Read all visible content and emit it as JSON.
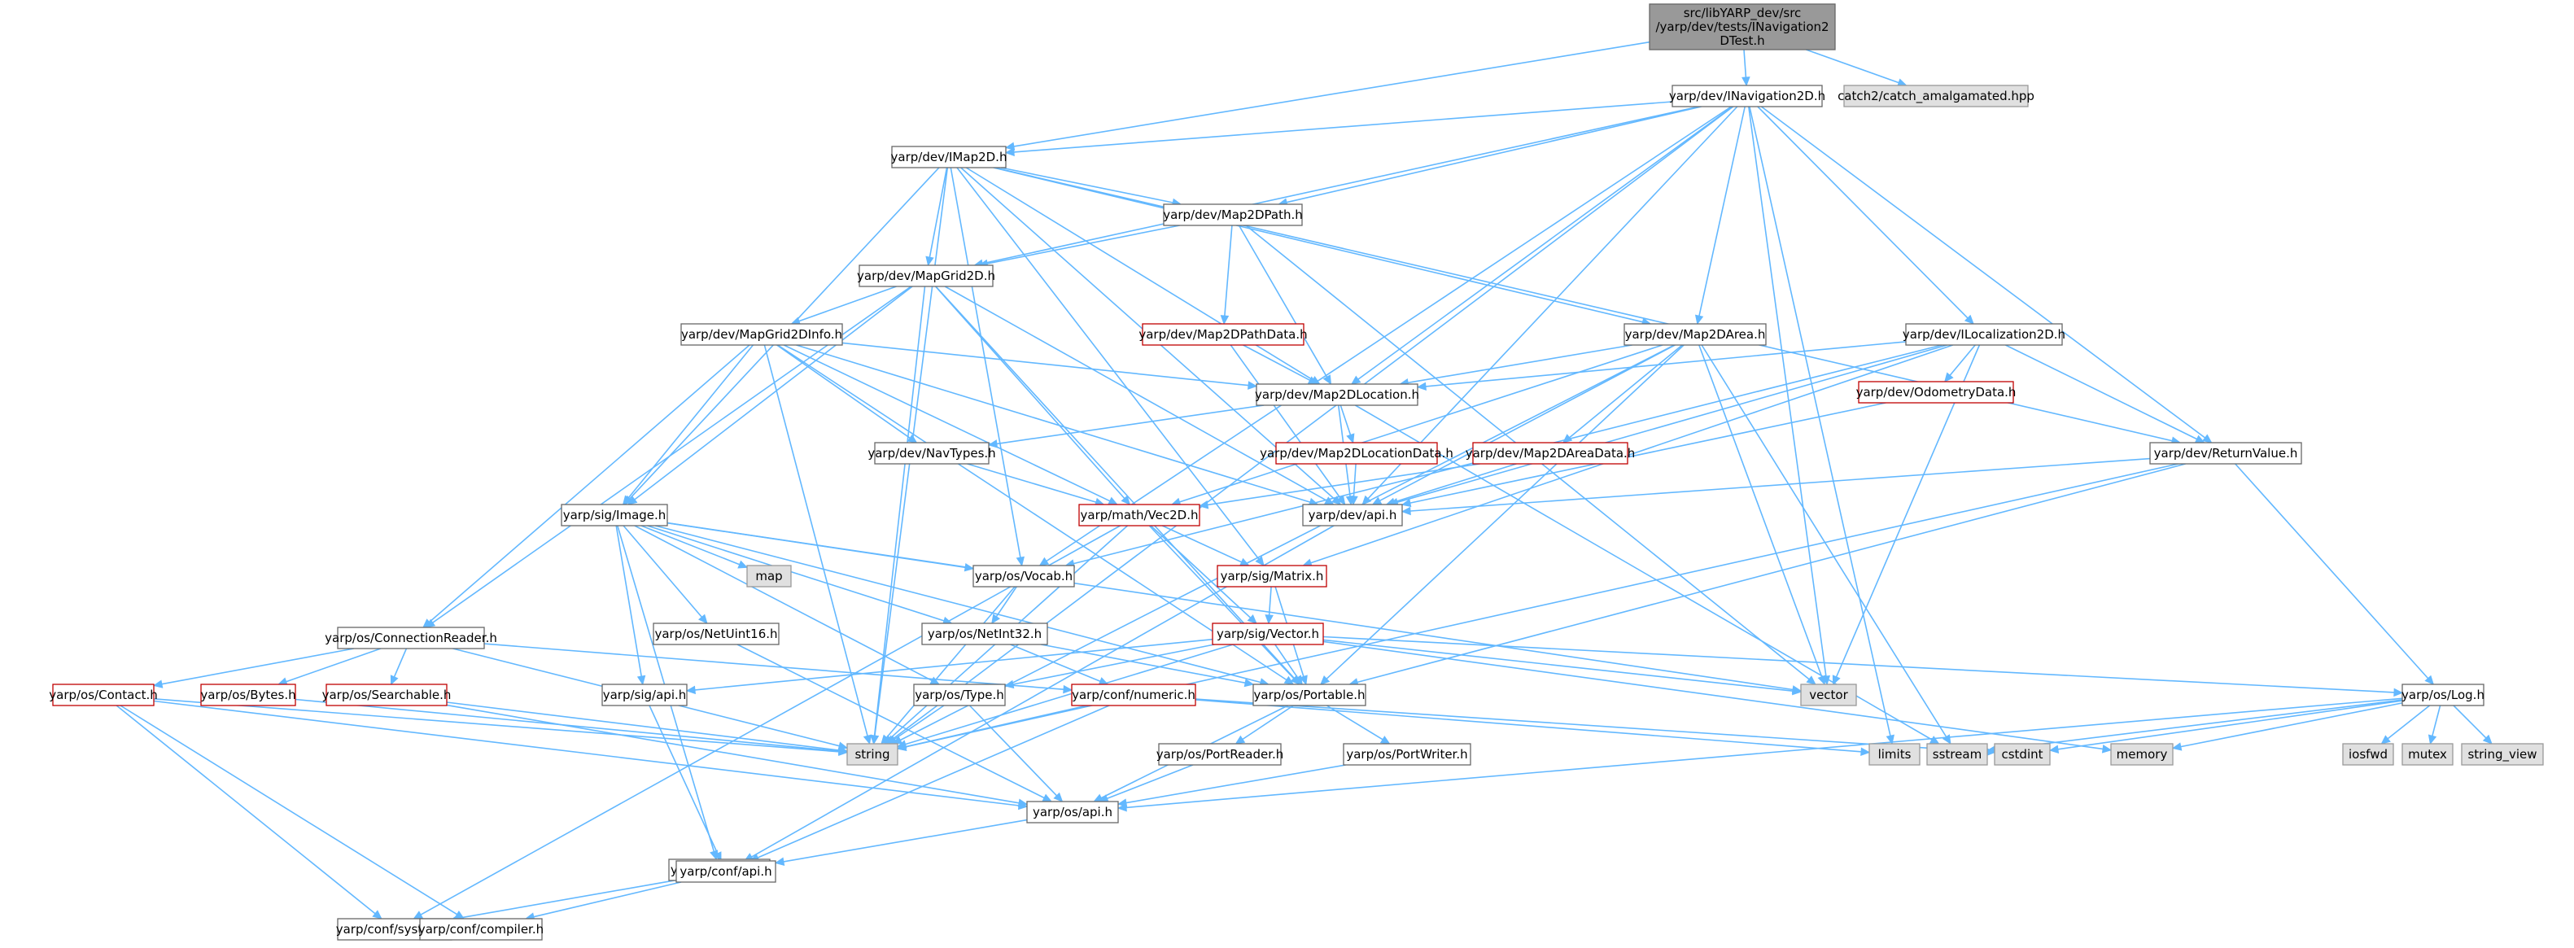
{
  "title": "src/libYARP_dev/src/yarp/dev/tests/INavigation2DTest.h",
  "colors": {
    "edge": "#63b8ff",
    "root_fill": "#999999",
    "normal_border": "#666666",
    "red_border": "#bf0000",
    "external_fill": "#e0e0e0",
    "external_border": "#999999"
  },
  "nodes": [
    {
      "id": "root",
      "label": "src/libYARP_dev/src\n/yarp/dev/tests/INavigation2\nDTest.h",
      "type": "root"
    },
    {
      "id": "inav",
      "label": "yarp/dev/INavigation2D.h",
      "type": "n"
    },
    {
      "id": "catch",
      "label": "catch2/catch_amalgamated.hpp",
      "type": "g"
    },
    {
      "id": "imap",
      "label": "yarp/dev/IMap2D.h",
      "type": "n"
    },
    {
      "id": "m2dpath",
      "label": "yarp/dev/Map2DPath.h",
      "type": "n"
    },
    {
      "id": "mapgrid",
      "label": "yarp/dev/MapGrid2D.h",
      "type": "n"
    },
    {
      "id": "mgi",
      "label": "yarp/dev/MapGrid2DInfo.h",
      "type": "n"
    },
    {
      "id": "m2dpd",
      "label": "yarp/dev/Map2DPathData.h",
      "type": "r"
    },
    {
      "id": "m2darea",
      "label": "yarp/dev/Map2DArea.h",
      "type": "n"
    },
    {
      "id": "iloc",
      "label": "yarp/dev/ILocalization2D.h",
      "type": "n"
    },
    {
      "id": "m2dloc",
      "label": "yarp/dev/Map2DLocation.h",
      "type": "n"
    },
    {
      "id": "odom",
      "label": "yarp/dev/OdometryData.h",
      "type": "r"
    },
    {
      "id": "navtypes",
      "label": "yarp/dev/NavTypes.h",
      "type": "n"
    },
    {
      "id": "m2dld",
      "label": "yarp/dev/Map2DLocationData.h",
      "type": "r"
    },
    {
      "id": "m2dad",
      "label": "yarp/dev/Map2DAreaData.h",
      "type": "r"
    },
    {
      "id": "retval",
      "label": "yarp/dev/ReturnValue.h",
      "type": "n"
    },
    {
      "id": "sigimage",
      "label": "yarp/sig/Image.h",
      "type": "n"
    },
    {
      "id": "vec2d",
      "label": "yarp/math/Vec2D.h",
      "type": "r"
    },
    {
      "id": "devapi",
      "label": "yarp/dev/api.h",
      "type": "n"
    },
    {
      "id": "map",
      "label": "map",
      "type": "g"
    },
    {
      "id": "vocab",
      "label": "yarp/os/Vocab.h",
      "type": "n"
    },
    {
      "id": "matrix",
      "label": "yarp/sig/Matrix.h",
      "type": "r"
    },
    {
      "id": "nu16",
      "label": "yarp/os/NetUint16.h",
      "type": "n"
    },
    {
      "id": "ni32",
      "label": "yarp/os/NetInt32.h",
      "type": "n"
    },
    {
      "id": "sigvec",
      "label": "yarp/sig/Vector.h",
      "type": "r"
    },
    {
      "id": "connreader",
      "label": "yarp/os/ConnectionReader.h",
      "type": "n"
    },
    {
      "id": "vector",
      "label": "vector",
      "type": "g"
    },
    {
      "id": "contact",
      "label": "yarp/os/Contact.h",
      "type": "r"
    },
    {
      "id": "bytes",
      "label": "yarp/os/Bytes.h",
      "type": "r"
    },
    {
      "id": "searchable",
      "label": "yarp/os/Searchable.h",
      "type": "r"
    },
    {
      "id": "sigapi",
      "label": "yarp/sig/api.h",
      "type": "n"
    },
    {
      "id": "ostype",
      "label": "yarp/os/Type.h",
      "type": "n"
    },
    {
      "id": "confnum",
      "label": "yarp/conf/numeric.h",
      "type": "r"
    },
    {
      "id": "portable",
      "label": "yarp/os/Portable.h",
      "type": "n"
    },
    {
      "id": "oslog",
      "label": "yarp/os/Log.h",
      "type": "n"
    },
    {
      "id": "string",
      "label": "string",
      "type": "g"
    },
    {
      "id": "limits",
      "label": "limits",
      "type": "g"
    },
    {
      "id": "sstream",
      "label": "sstream",
      "type": "g"
    },
    {
      "id": "cstdint",
      "label": "cstdint",
      "type": "g"
    },
    {
      "id": "memory",
      "label": "memory",
      "type": "g"
    },
    {
      "id": "iosfwd",
      "label": "iosfwd",
      "type": "g"
    },
    {
      "id": "mutex",
      "label": "mutex",
      "type": "g"
    },
    {
      "id": "strview",
      "label": "string_view",
      "type": "g"
    },
    {
      "id": "portreader",
      "label": "yarp/os/PortReader.h",
      "type": "n"
    },
    {
      "id": "portwriter",
      "label": "yarp/os/PortWriter.h",
      "type": "n"
    },
    {
      "id": "osapi",
      "label": "yarp/os/api.h",
      "type": "n"
    },
    {
      "id": "mathapi",
      "label": "yarp/math/api.h",
      "type": "n"
    },
    {
      "id": "confapi",
      "label": "yarp/conf/api.h",
      "type": "n"
    },
    {
      "id": "confsys",
      "label": "yarp/conf/system.h",
      "type": "n"
    },
    {
      "id": "confcomp",
      "label": "yarp/conf/compiler.h",
      "type": "n"
    }
  ],
  "edges": [
    [
      "root",
      "inav"
    ],
    [
      "root",
      "catch"
    ],
    [
      "root",
      "imap"
    ],
    [
      "inav",
      "imap"
    ],
    [
      "inav",
      "m2dpath"
    ],
    [
      "inav",
      "mapgrid"
    ],
    [
      "inav",
      "m2darea"
    ],
    [
      "inav",
      "iloc"
    ],
    [
      "inav",
      "m2dloc"
    ],
    [
      "inav",
      "devapi"
    ],
    [
      "inav",
      "retval"
    ],
    [
      "inav",
      "vocab"
    ],
    [
      "inav",
      "vector"
    ],
    [
      "inav",
      "string"
    ],
    [
      "inav",
      "limits"
    ],
    [
      "imap",
      "m2dpath"
    ],
    [
      "imap",
      "mapgrid"
    ],
    [
      "imap",
      "m2darea"
    ],
    [
      "imap",
      "m2dloc"
    ],
    [
      "imap",
      "sigimage"
    ],
    [
      "imap",
      "devapi"
    ],
    [
      "imap",
      "retval"
    ],
    [
      "imap",
      "vocab"
    ],
    [
      "imap",
      "matrix"
    ],
    [
      "imap",
      "string"
    ],
    [
      "m2dpath",
      "mapgrid"
    ],
    [
      "m2dpath",
      "m2dpd"
    ],
    [
      "m2dpath",
      "m2dloc"
    ],
    [
      "m2dpath",
      "vector"
    ],
    [
      "mapgrid",
      "mgi"
    ],
    [
      "mapgrid",
      "sigimage"
    ],
    [
      "mapgrid",
      "connreader"
    ],
    [
      "mapgrid",
      "vec2d"
    ],
    [
      "mapgrid",
      "devapi"
    ],
    [
      "mapgrid",
      "string"
    ],
    [
      "mapgrid",
      "portable"
    ],
    [
      "mgi",
      "m2dloc"
    ],
    [
      "mgi",
      "navtypes"
    ],
    [
      "mgi",
      "sigimage"
    ],
    [
      "mgi",
      "connreader"
    ],
    [
      "mgi",
      "vec2d"
    ],
    [
      "mgi",
      "devapi"
    ],
    [
      "mgi",
      "portable"
    ],
    [
      "mgi",
      "string"
    ],
    [
      "m2dpd",
      "m2dloc"
    ],
    [
      "m2dpd",
      "devapi"
    ],
    [
      "m2darea",
      "m2dloc"
    ],
    [
      "m2darea",
      "m2dad"
    ],
    [
      "m2darea",
      "vec2d"
    ],
    [
      "m2darea",
      "devapi"
    ],
    [
      "m2darea",
      "portable"
    ],
    [
      "m2darea",
      "vector"
    ],
    [
      "m2darea",
      "string"
    ],
    [
      "m2darea",
      "sstream"
    ],
    [
      "iloc",
      "m2dloc"
    ],
    [
      "iloc",
      "odom"
    ],
    [
      "iloc",
      "retval"
    ],
    [
      "iloc",
      "devapi"
    ],
    [
      "iloc",
      "matrix"
    ],
    [
      "iloc",
      "vocab"
    ],
    [
      "iloc",
      "vector"
    ],
    [
      "m2dloc",
      "navtypes"
    ],
    [
      "m2dloc",
      "m2dld"
    ],
    [
      "m2dloc",
      "devapi"
    ],
    [
      "m2dloc",
      "sstream"
    ],
    [
      "odom",
      "devapi"
    ],
    [
      "navtypes",
      "vec2d"
    ],
    [
      "m2dld",
      "devapi"
    ],
    [
      "m2dad",
      "vec2d"
    ],
    [
      "m2dad",
      "devapi"
    ],
    [
      "retval",
      "devapi"
    ],
    [
      "retval",
      "oslog"
    ],
    [
      "retval",
      "portable"
    ],
    [
      "retval",
      "string"
    ],
    [
      "sigimage",
      "map"
    ],
    [
      "sigimage",
      "vocab"
    ],
    [
      "sigimage",
      "nu16"
    ],
    [
      "sigimage",
      "ni32"
    ],
    [
      "sigimage",
      "ostype"
    ],
    [
      "sigimage",
      "sigapi"
    ],
    [
      "sigimage",
      "portable"
    ],
    [
      "sigimage",
      "vector"
    ],
    [
      "sigimage",
      "mathapi"
    ],
    [
      "vec2d",
      "matrix"
    ],
    [
      "vec2d",
      "sigvec"
    ],
    [
      "vec2d",
      "portable"
    ],
    [
      "vec2d",
      "string"
    ],
    [
      "vec2d",
      "confsys"
    ],
    [
      "devapi",
      "confapi"
    ],
    [
      "vocab",
      "ni32"
    ],
    [
      "vocab",
      "string"
    ],
    [
      "matrix",
      "sigvec"
    ],
    [
      "matrix",
      "portable"
    ],
    [
      "nu16",
      "osapi"
    ],
    [
      "ni32",
      "confnum"
    ],
    [
      "ni32",
      "portable"
    ],
    [
      "sigvec",
      "ostype"
    ],
    [
      "sigvec",
      "sigapi"
    ],
    [
      "sigvec",
      "portable"
    ],
    [
      "sigvec",
      "oslog"
    ],
    [
      "sigvec",
      "vector"
    ],
    [
      "sigvec",
      "string"
    ],
    [
      "sigvec",
      "memory"
    ],
    [
      "connreader",
      "contact"
    ],
    [
      "connreader",
      "bytes"
    ],
    [
      "connreader",
      "searchable"
    ],
    [
      "connreader",
      "confnum"
    ],
    [
      "connreader",
      "string"
    ],
    [
      "contact",
      "confsys"
    ],
    [
      "contact",
      "confcomp"
    ],
    [
      "contact",
      "osapi"
    ],
    [
      "contact",
      "string"
    ],
    [
      "bytes",
      "string"
    ],
    [
      "searchable",
      "string"
    ],
    [
      "searchable",
      "osapi"
    ],
    [
      "sigapi",
      "confapi"
    ],
    [
      "ostype",
      "osapi"
    ],
    [
      "ostype",
      "string"
    ],
    [
      "confnum",
      "confapi"
    ],
    [
      "confnum",
      "limits"
    ],
    [
      "confnum",
      "cstdint"
    ],
    [
      "confnum",
      "string"
    ],
    [
      "portable",
      "portreader"
    ],
    [
      "portable",
      "portwriter"
    ],
    [
      "portable",
      "osapi"
    ],
    [
      "oslog",
      "iosfwd"
    ],
    [
      "oslog",
      "mutex"
    ],
    [
      "oslog",
      "strview"
    ],
    [
      "oslog",
      "sstream"
    ],
    [
      "oslog",
      "cstdint"
    ],
    [
      "oslog",
      "memory"
    ],
    [
      "oslog",
      "osapi"
    ],
    [
      "portreader",
      "osapi"
    ],
    [
      "portwriter",
      "osapi"
    ],
    [
      "osapi",
      "confapi"
    ],
    [
      "mathapi",
      "confapi"
    ],
    [
      "confapi",
      "confsys"
    ],
    [
      "confapi",
      "confcomp"
    ]
  ]
}
